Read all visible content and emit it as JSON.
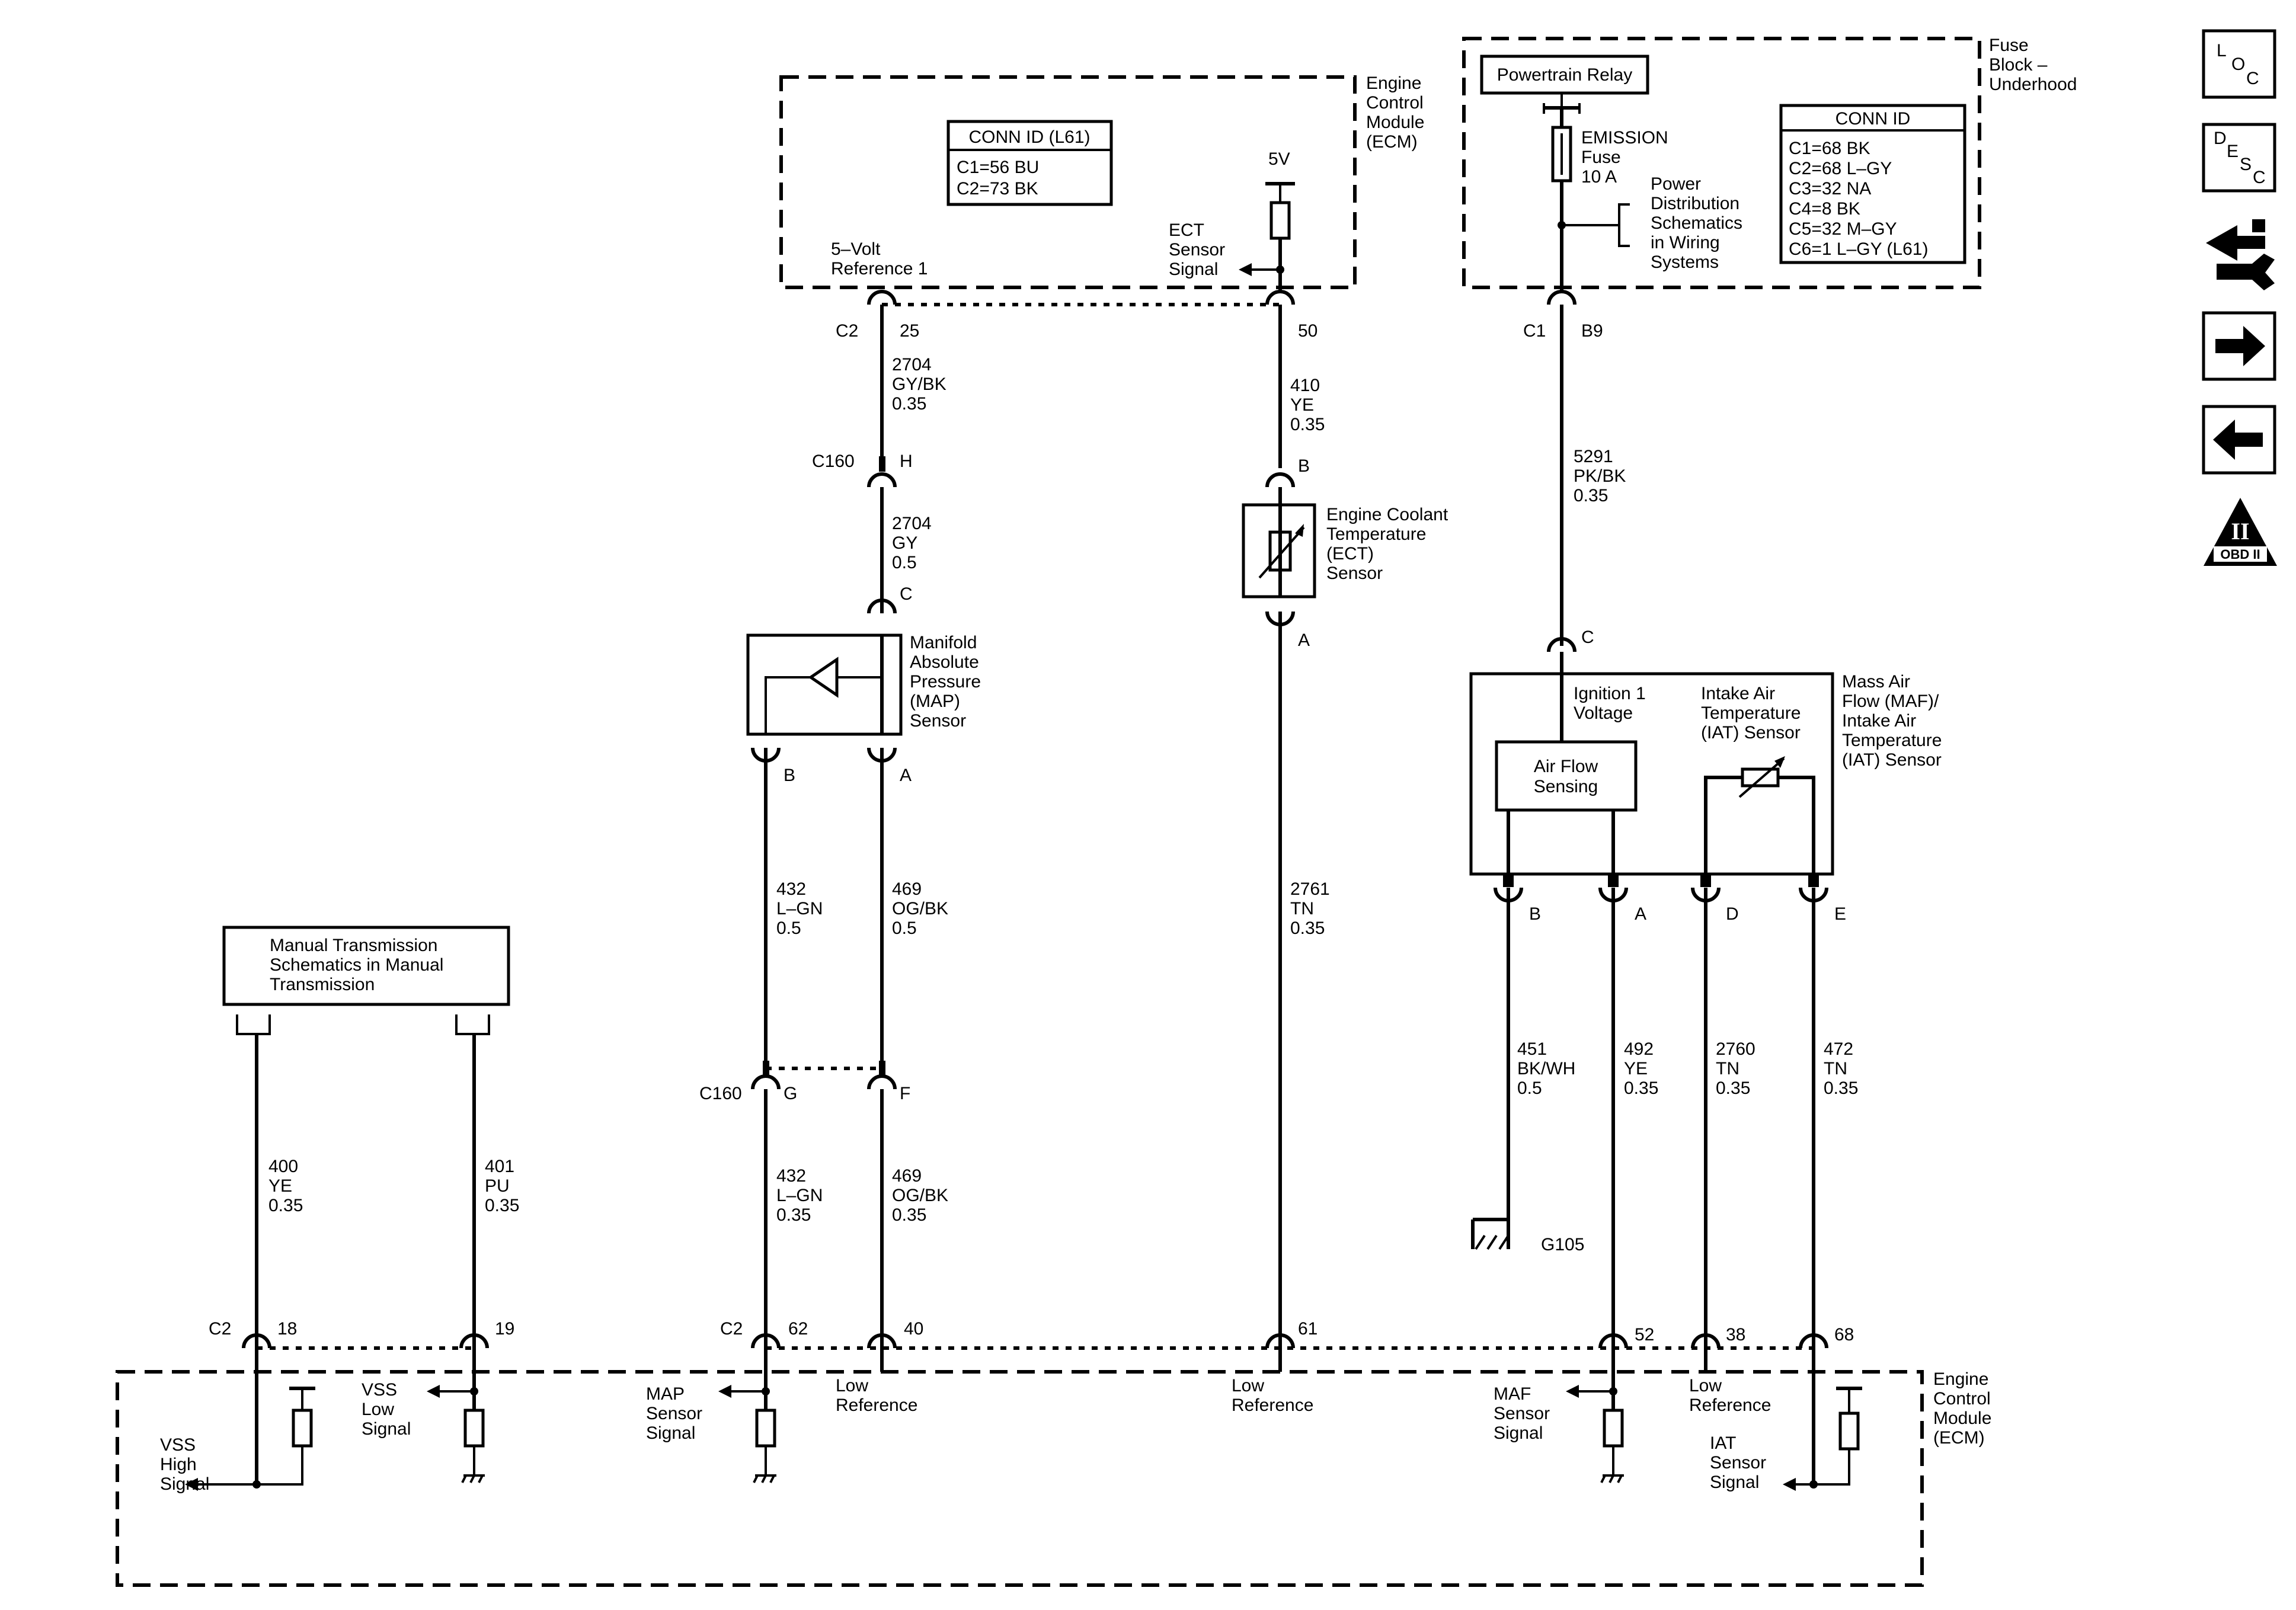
{
  "ecm_top": {
    "title": [
      "Engine",
      "Control",
      "Module",
      "(ECM)"
    ],
    "conn_header": "CONN ID (L61)",
    "conn_rows": [
      "C1=56 BU",
      "C2=73 BK"
    ],
    "five_volt_ref": [
      "5–Volt",
      "Reference 1"
    ],
    "ect_signal": [
      "ECT",
      "Sensor",
      "Signal"
    ],
    "v5": "5V"
  },
  "fuse_block": {
    "title": [
      "Fuse",
      "Block –",
      "Underhood"
    ],
    "relay": "Powertrain Relay",
    "fuse": [
      "EMISSION",
      "Fuse",
      "10 A"
    ],
    "power_dist": [
      "Power",
      "Distribution",
      "Schematics",
      "in Wiring",
      "Systems"
    ],
    "conn_header": "CONN ID",
    "conn_rows": [
      "C1=68 BK",
      "C2=68 L–GY",
      "C3=32 NA",
      "C4=8 BK",
      "C5=32 M–GY",
      "C6=1 L–GY (L61)"
    ]
  },
  "connectors": {
    "c2": "C2",
    "c1": "C1",
    "c160": "C160",
    "top_pins": [
      "25",
      "50",
      "B9"
    ],
    "c160_h": "H",
    "c160_g": "G",
    "c160_f": "F",
    "map_pins": [
      "C",
      "B",
      "A"
    ],
    "ect_pins": [
      "B",
      "A"
    ],
    "maf_pins": [
      "C",
      "B",
      "A",
      "D",
      "E"
    ],
    "bottom_pins": [
      "18",
      "19",
      "62",
      "40",
      "61",
      "52",
      "38",
      "68"
    ]
  },
  "wires": {
    "w2704a": [
      "2704",
      "GY/BK",
      "0.35"
    ],
    "w2704b": [
      "2704",
      "GY",
      "0.5"
    ],
    "w410": [
      "410",
      "YE",
      "0.35"
    ],
    "w5291": [
      "5291",
      "PK/BK",
      "0.35"
    ],
    "w432a": [
      "432",
      "L–GN",
      "0.5"
    ],
    "w469a": [
      "469",
      "OG/BK",
      "0.5"
    ],
    "w2761": [
      "2761",
      "TN",
      "0.35"
    ],
    "w432b": [
      "432",
      "L–GN",
      "0.35"
    ],
    "w469b": [
      "469",
      "OG/BK",
      "0.35"
    ],
    "w400": [
      "400",
      "YE",
      "0.35"
    ],
    "w401": [
      "401",
      "PU",
      "0.35"
    ],
    "w451": [
      "451",
      "BK/WH",
      "0.5"
    ],
    "w492": [
      "492",
      "YE",
      "0.35"
    ],
    "w2760": [
      "2760",
      "TN",
      "0.35"
    ],
    "w472": [
      "472",
      "TN",
      "0.35"
    ]
  },
  "components": {
    "map_sensor": [
      "Manifold",
      "Absolute",
      "Pressure",
      "(MAP)",
      "Sensor"
    ],
    "ect_sensor": [
      "Engine Coolant",
      "Temperature",
      "(ECT)",
      "Sensor"
    ],
    "maf_sensor": [
      "Mass Air",
      "Flow (MAF)/",
      "Intake Air",
      "Temperature",
      "(IAT) Sensor"
    ],
    "ign1": [
      "Ignition 1",
      "Voltage"
    ],
    "iat_inner": [
      "Intake Air",
      "Temperature",
      "(IAT) Sensor"
    ],
    "air_flow": [
      "Air Flow",
      "Sensing"
    ],
    "manual_trans": [
      "Manual Transmission",
      "Schematics in Manual",
      "Transmission"
    ],
    "ground": "G105"
  },
  "ecm_bottom": {
    "title": [
      "Engine",
      "Control",
      "Module",
      "(ECM)"
    ],
    "vss_high": [
      "VSS",
      "High",
      "Signal"
    ],
    "vss_low": [
      "VSS",
      "Low",
      "Signal"
    ],
    "map_signal": [
      "MAP",
      "Sensor",
      "Signal"
    ],
    "low_ref": [
      "Low",
      "Reference"
    ],
    "maf_signal": [
      "MAF",
      "Sensor",
      "Signal"
    ],
    "iat_signal": [
      "IAT",
      "Sensor",
      "Signal"
    ]
  },
  "nav": {
    "loc": [
      "L",
      "O",
      "C"
    ],
    "desc": [
      "D",
      "E",
      "S",
      "C"
    ],
    "obd": "OBD II",
    "obd_numeral": "II"
  }
}
